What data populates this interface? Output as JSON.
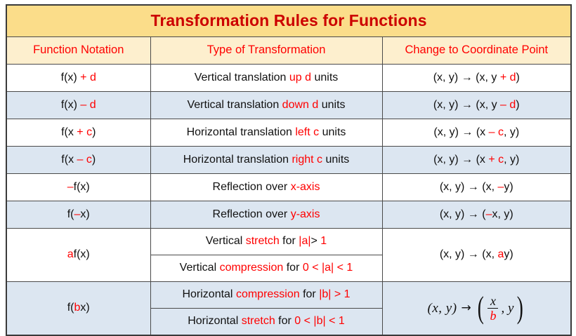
{
  "title": "Transformation Rules for Functions",
  "colors": {
    "title_bg": "#FBDD8A",
    "header_bg": "#FDEFCE",
    "row_alt_bg": "#DCE6F1",
    "row_bg": "#FFFFFF",
    "accent_red": "#FF0000",
    "title_red": "#CC0000",
    "text_black": "#111111",
    "border": "#4A4A4A"
  },
  "columns": [
    {
      "label": "Function Notation"
    },
    {
      "label": "Type of Transformation"
    },
    {
      "label": "Change to Coordinate Point"
    }
  ],
  "rows": [
    {
      "shade": "white",
      "notation": [
        {
          "t": "f(x) ",
          "c": "k"
        },
        {
          "t": "+ d",
          "c": "r"
        }
      ],
      "type": [
        {
          "t": "Vertical translation ",
          "c": "k"
        },
        {
          "t": "up d",
          "c": "r"
        },
        {
          "t": " units",
          "c": "k"
        }
      ],
      "change": [
        {
          "t": "(x, y) → (x, y ",
          "c": "k"
        },
        {
          "t": "+ d",
          "c": "r"
        },
        {
          "t": ")",
          "c": "k"
        }
      ]
    },
    {
      "shade": "blue",
      "notation": [
        {
          "t": "f(x) ",
          "c": "k"
        },
        {
          "t": "– d",
          "c": "r"
        }
      ],
      "type": [
        {
          "t": "Vertical translation ",
          "c": "k"
        },
        {
          "t": "down d",
          "c": "r"
        },
        {
          "t": " units",
          "c": "k"
        }
      ],
      "change": [
        {
          "t": "(x, y) → (x, y ",
          "c": "k"
        },
        {
          "t": "– d",
          "c": "r"
        },
        {
          "t": ")",
          "c": "k"
        }
      ]
    },
    {
      "shade": "white",
      "notation": [
        {
          "t": "f(x ",
          "c": "k"
        },
        {
          "t": "+ c",
          "c": "r"
        },
        {
          "t": ")",
          "c": "k"
        }
      ],
      "type": [
        {
          "t": "Horizontal translation ",
          "c": "k"
        },
        {
          "t": "left c",
          "c": "r"
        },
        {
          "t": " units",
          "c": "k"
        }
      ],
      "change": [
        {
          "t": "(x, y) → (x ",
          "c": "k"
        },
        {
          "t": "– c",
          "c": "r"
        },
        {
          "t": ", y)",
          "c": "k"
        }
      ]
    },
    {
      "shade": "blue",
      "notation": [
        {
          "t": "f(x ",
          "c": "k"
        },
        {
          "t": "– c",
          "c": "r"
        },
        {
          "t": ")",
          "c": "k"
        }
      ],
      "type": [
        {
          "t": "Horizontal translation ",
          "c": "k"
        },
        {
          "t": "right c",
          "c": "r"
        },
        {
          "t": " units",
          "c": "k"
        }
      ],
      "change": [
        {
          "t": "(x, y) → (x ",
          "c": "k"
        },
        {
          "t": "+ c",
          "c": "r"
        },
        {
          "t": ", y)",
          "c": "k"
        }
      ]
    },
    {
      "shade": "white",
      "notation": [
        {
          "t": "–",
          "c": "r"
        },
        {
          "t": "f(x)",
          "c": "k"
        }
      ],
      "type": [
        {
          "t": "Reflection over ",
          "c": "k"
        },
        {
          "t": "x-axis",
          "c": "r"
        }
      ],
      "change": [
        {
          "t": "(x, y) → (x, ",
          "c": "k"
        },
        {
          "t": "–",
          "c": "r"
        },
        {
          "t": "y)",
          "c": "k"
        }
      ]
    },
    {
      "shade": "blue",
      "notation": [
        {
          "t": "f(",
          "c": "k"
        },
        {
          "t": "–",
          "c": "r"
        },
        {
          "t": "x)",
          "c": "k"
        }
      ],
      "type": [
        {
          "t": "Reflection over ",
          "c": "k"
        },
        {
          "t": "y-axis",
          "c": "r"
        }
      ],
      "change": [
        {
          "t": "(x, y) → (",
          "c": "k"
        },
        {
          "t": "–",
          "c": "r"
        },
        {
          "t": "x, y)",
          "c": "k"
        }
      ]
    }
  ],
  "merged_rows": [
    {
      "shade": "white",
      "notation": [
        {
          "t": "a",
          "c": "r"
        },
        {
          "t": "f(x)",
          "c": "k"
        }
      ],
      "types": [
        [
          {
            "t": "Vertical ",
            "c": "k"
          },
          {
            "t": "stretch",
            "c": "r"
          },
          {
            "t": " for ",
            "c": "k"
          },
          {
            "t": "|a|",
            "c": "r"
          },
          {
            "t": ">",
            "c": "k"
          },
          {
            "t": " 1",
            "c": "r"
          }
        ],
        [
          {
            "t": "Vertical ",
            "c": "k"
          },
          {
            "t": "compression",
            "c": "r"
          },
          {
            "t": " for ",
            "c": "k"
          },
          {
            "t": "0 < |a| < 1",
            "c": "r"
          }
        ]
      ],
      "change": [
        {
          "t": "(x, y) → (x, ",
          "c": "k"
        },
        {
          "t": "a",
          "c": "r"
        },
        {
          "t": "y)",
          "c": "k"
        }
      ],
      "change_is_math": false
    },
    {
      "shade": "blue",
      "notation": [
        {
          "t": "f(",
          "c": "k"
        },
        {
          "t": "b",
          "c": "r"
        },
        {
          "t": "x)",
          "c": "k"
        }
      ],
      "types": [
        [
          {
            "t": "Horizontal ",
            "c": "k"
          },
          {
            "t": "compression",
            "c": "r"
          },
          {
            "t": " for ",
            "c": "k"
          },
          {
            "t": "|b| > 1",
            "c": "r"
          }
        ],
        [
          {
            "t": "Horizontal ",
            "c": "k"
          },
          {
            "t": "stretch",
            "c": "r"
          },
          {
            "t": " for ",
            "c": "k"
          },
          {
            "t": "0 < |b| < 1",
            "c": "r"
          }
        ]
      ],
      "change_is_math": true,
      "change_math": {
        "point": "(x, y)",
        "arrow": "→",
        "open_paren": "(",
        "numerator": "x",
        "denominator": "b",
        "tail": ", y",
        "close_paren": ")"
      }
    }
  ]
}
